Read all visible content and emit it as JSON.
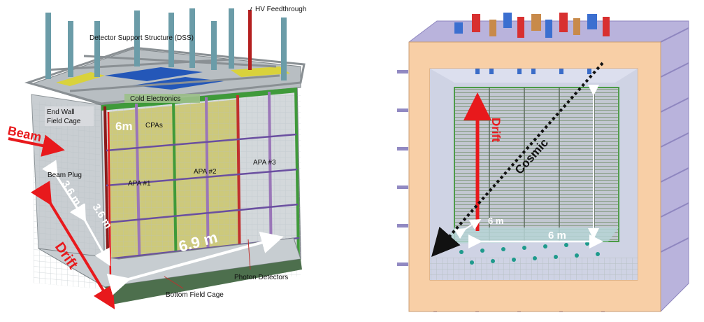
{
  "left_panel": {
    "labels": {
      "hv_feedthrough": "HV Feedthrough",
      "dss": "Detector Support Structure (DSS)",
      "cold_electronics": "Cold Electronics",
      "end_wall": "End Wall",
      "field_cage": "Field Cage",
      "beam": "Beam",
      "beam_plug": "Beam Plug",
      "height": "6m",
      "cpas": "CPAs",
      "apa1": "APA #1",
      "apa2": "APA #2",
      "apa3": "APA #3",
      "width_a": "3.6 m",
      "width_b": "3.6 m",
      "length": "6.9 m",
      "drift": "Drift",
      "photon_detectors": "Photon Detectors",
      "bottom_field_cage": "Bottom Field Cage"
    }
  },
  "right_panel": {
    "labels": {
      "drift": "Drift",
      "cosmic": "Cosmic",
      "depth": "6 m",
      "width": "6 m"
    }
  },
  "colors": {
    "beam_red": "#e8191c",
    "cryostat_orange": "#f8cfa6",
    "cryostat_purple": "#b9b3dc",
    "field_cage_green": "#3f9a3a",
    "frame_grey": "#9aa0a4",
    "apa_yellow": "#c9c35a"
  }
}
